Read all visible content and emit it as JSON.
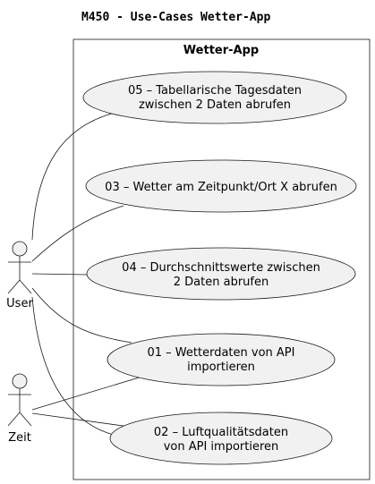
{
  "diagram": {
    "title": "M450 - Use-Cases Wetter-App",
    "system": {
      "title": "Wetter-App"
    },
    "actors": [
      {
        "id": "user",
        "label": "User"
      },
      {
        "id": "zeit",
        "label": "Zeit"
      }
    ],
    "use_cases": [
      {
        "id": "uc05",
        "lines": [
          "05 – Tabellarische Tagesdaten",
          "zwischen 2 Daten abrufen"
        ]
      },
      {
        "id": "uc03",
        "lines": [
          "03 – Wetter am Zeitpunkt/Ort X abrufen"
        ]
      },
      {
        "id": "uc04",
        "lines": [
          "04 – Durchschnittswerte zwischen",
          "2 Daten abrufen"
        ]
      },
      {
        "id": "uc01",
        "lines": [
          "01 – Wetterdaten von API",
          "importieren"
        ]
      },
      {
        "id": "uc02",
        "lines": [
          "02 – Luftqualitätsdaten",
          "von API importieren"
        ]
      }
    ]
  }
}
